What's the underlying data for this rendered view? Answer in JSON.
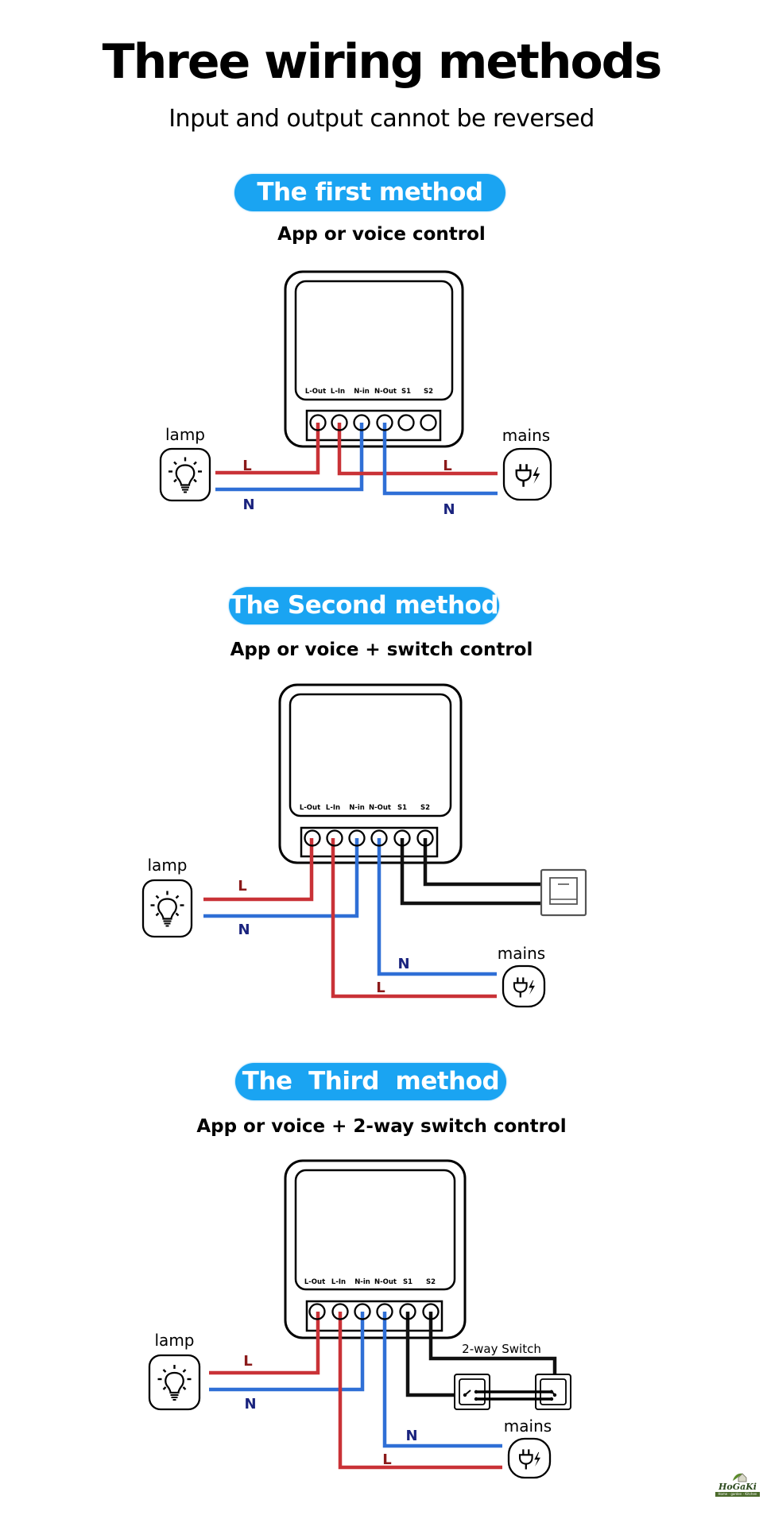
{
  "header": {
    "title": "Three wiring methods",
    "subtitle": "Input and output cannot be reversed"
  },
  "colors": {
    "pill": "#1aa4f2",
    "live_wire": "#c93237",
    "neutral_wire": "#2f6fd6",
    "switch_wire": "#111111",
    "wire_label_live": "#8b1a1a",
    "wire_label_neutral": "#1a237e"
  },
  "terminals": [
    "L-Out",
    "L-In",
    "N-in",
    "N-Out",
    "S1",
    "S2"
  ],
  "labels": {
    "lamp": "lamp",
    "mains": "mains",
    "live": "L",
    "neutral": "N",
    "two_way_switch": "2-way Switch"
  },
  "methods": [
    {
      "pill": "The first method",
      "subtitle": "App or voice control",
      "connections": [
        {
          "from": "lamp",
          "to": "L-Out",
          "wire": "L"
        },
        {
          "from": "lamp",
          "to": "N-in",
          "wire": "N"
        },
        {
          "from": "mains",
          "to": "L-In",
          "wire": "L"
        },
        {
          "from": "mains",
          "to": "N-Out",
          "wire": "N"
        }
      ]
    },
    {
      "pill": "The Second method",
      "subtitle": "App or voice + switch control",
      "connections": [
        {
          "from": "lamp",
          "to": "L-Out",
          "wire": "L"
        },
        {
          "from": "lamp",
          "to": "N-in",
          "wire": "N"
        },
        {
          "from": "mains",
          "to": "L-In",
          "wire": "L"
        },
        {
          "from": "mains",
          "to": "N-Out",
          "wire": "N"
        },
        {
          "from": "switch",
          "to": "S1",
          "wire": "S"
        },
        {
          "from": "switch",
          "to": "S2",
          "wire": "S"
        }
      ]
    },
    {
      "pill": "The  Third  method",
      "subtitle": "App or voice + 2-way switch control",
      "connections": [
        {
          "from": "lamp",
          "to": "L-Out",
          "wire": "L"
        },
        {
          "from": "lamp",
          "to": "N-in",
          "wire": "N"
        },
        {
          "from": "mains",
          "to": "L-In",
          "wire": "L"
        },
        {
          "from": "mains",
          "to": "N-Out",
          "wire": "N"
        },
        {
          "from": "2-way switch A",
          "to": "S1",
          "wire": "S"
        },
        {
          "from": "2-way switch B",
          "to": "S2",
          "wire": "S"
        }
      ]
    }
  ],
  "icons": {
    "lamp": "lightbulb-icon",
    "mains": "power-plug-icon",
    "switch": "wall-switch-icon",
    "two_way_switch": "two-way-switch-icon"
  },
  "logo": {
    "name": "HoGaKi",
    "tagline": "Home - garden - Kitchen"
  }
}
